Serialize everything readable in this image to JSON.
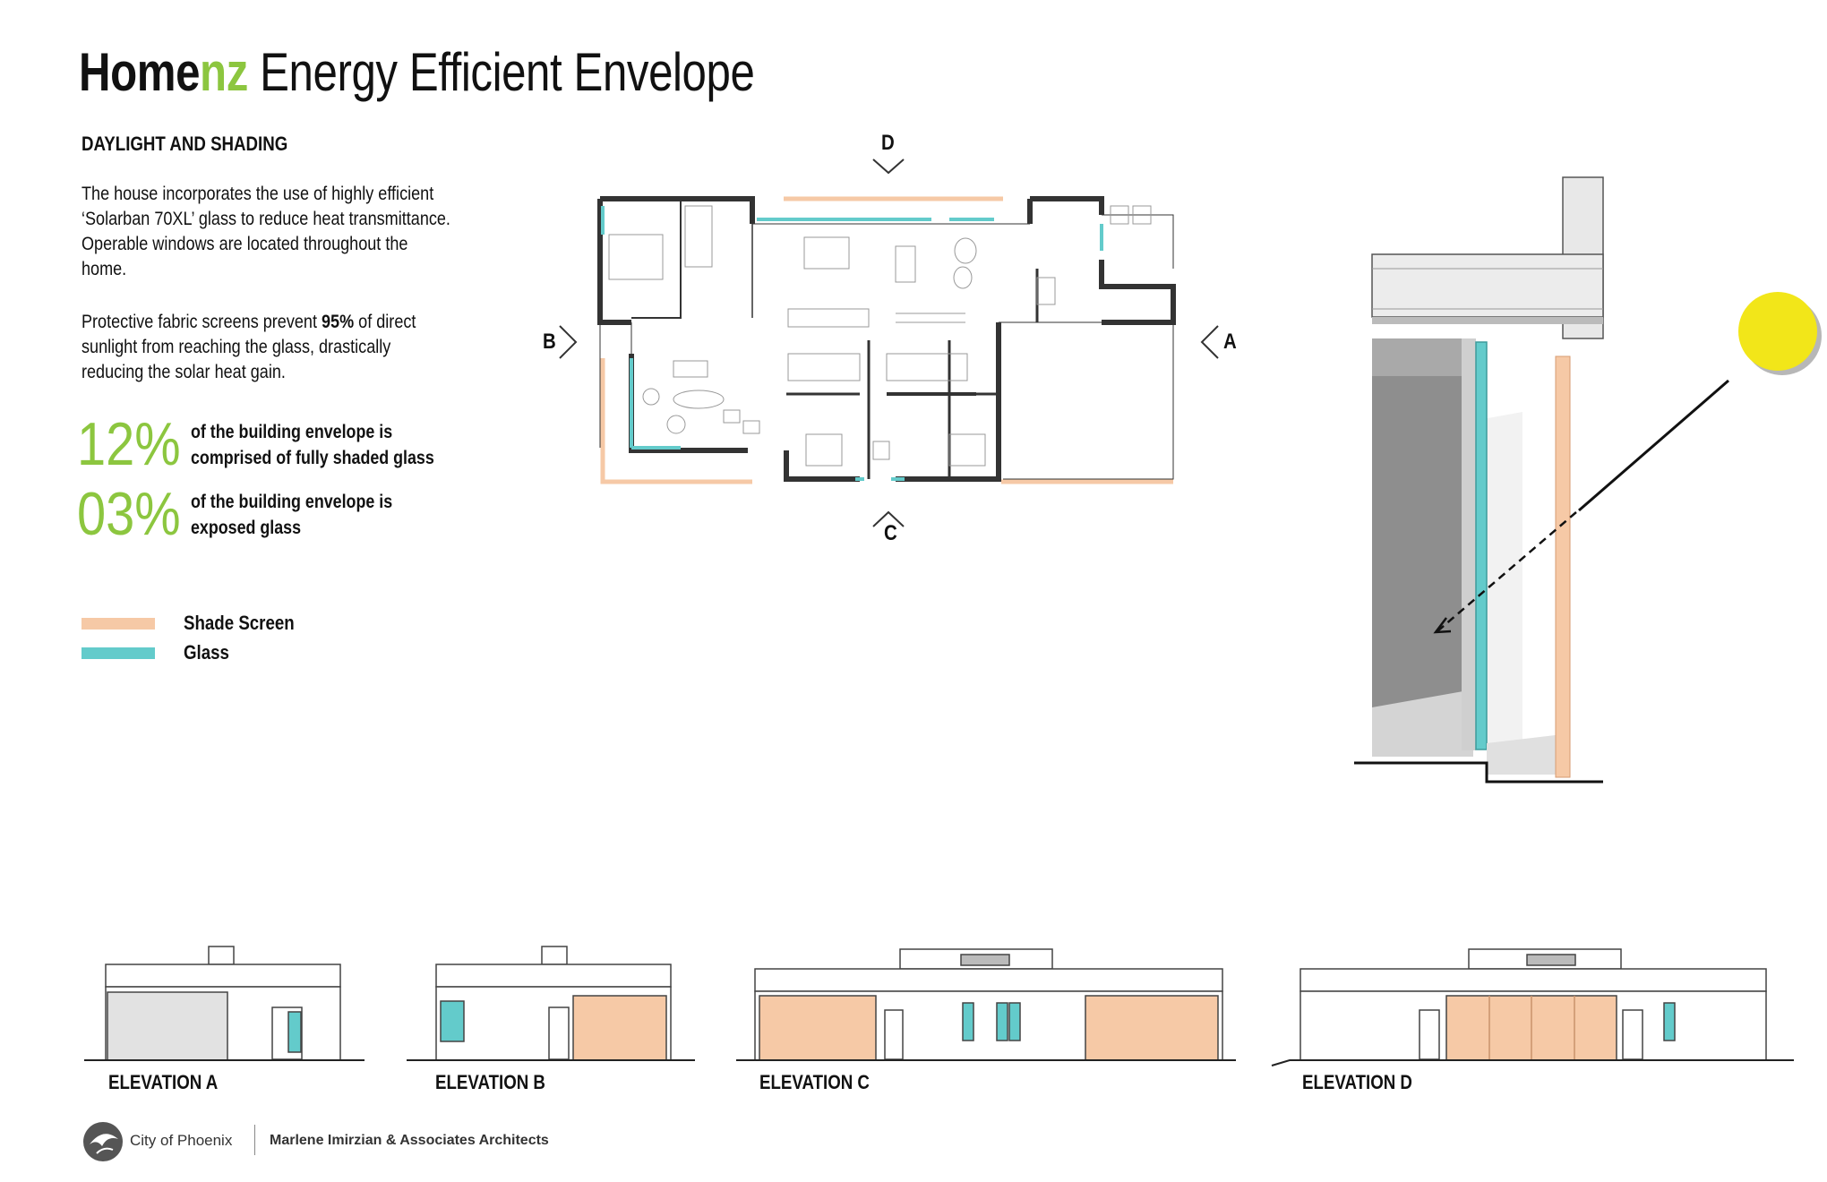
{
  "title": {
    "brand_home": "Home",
    "brand_nz": "nz",
    "rest": " Energy Efficient Envelope"
  },
  "section_heading": "DAYLIGHT AND SHADING",
  "paragraphs": {
    "p1": "The house incorporates the use of highly efficient ‘Solarban 70XL’ glass to reduce heat transmittance. Operable windows are located throughout the home.",
    "p2_before": "Protective fabric screens prevent ",
    "p2_bold": "95%",
    "p2_after": " of direct sunlight from reaching the glass, drastically reducing the solar heat gain."
  },
  "stats": [
    {
      "value": "12%",
      "text": "of the building envelope is comprised of fully shaded glass"
    },
    {
      "value": "03%",
      "text": "of the building envelope is exposed glass"
    }
  ],
  "legend": [
    {
      "label": "Shade Screen",
      "color": "#f6c9a6"
    },
    {
      "label": "Glass",
      "color": "#63cbcb"
    }
  ],
  "plan_markers": {
    "a": "A",
    "b": "B",
    "c": "C",
    "d": "D"
  },
  "elevations": [
    {
      "label": "ELEVATION A"
    },
    {
      "label": "ELEVATION B"
    },
    {
      "label": "ELEVATION C"
    },
    {
      "label": "ELEVATION D"
    }
  ],
  "footer": {
    "city": "City of Phoenix",
    "firm": "Marlene Imirzian & Associates Architects"
  },
  "colors": {
    "brand_green": "#8cc63f",
    "shade": "#f6c9a6",
    "glass": "#63cbcb",
    "sun": "#f2e619"
  }
}
